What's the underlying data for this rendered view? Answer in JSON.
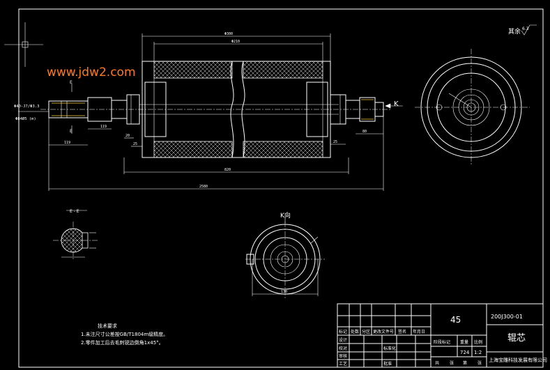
{
  "watermark": "www.jdw2.com",
  "roughness_note": "其余",
  "roughness_value": "6.3",
  "dims": {
    "d_top1": "Φ300",
    "d_top2": "Φ210",
    "d_bottom1": "820",
    "d_bottom2": "2580",
    "d_shaft1": "119",
    "d_shaft2": "119",
    "d_left_a": "20",
    "d_left_b": "25",
    "d_right_a": "25",
    "d_right_b": "80",
    "d_k_width": "130",
    "fit_label1": "Φ40-J7/Φ3.3",
    "fit_label2": "Φ84Ø5 (m)"
  },
  "markers": {
    "k_arrow": "K",
    "k_view": "K向",
    "section_e": "E - E",
    "e_mark_top": "E",
    "e_mark_bottom": "E"
  },
  "notes": {
    "heading": "技术要求",
    "line1": "1.未注尺寸公差按GB/T1804m级精度。",
    "line2": "2.零件加工后去毛刺锐边倒角1x45°。"
  },
  "title_block": {
    "material": "45",
    "drawing_no": "200J300-01",
    "part_name": "辊芯",
    "company": "上海宝雕科技发展有限公司",
    "h_mark": "标记",
    "h_count": "处数",
    "h_zone": "分区",
    "h_doc": "更改文件号",
    "h_sign": "签名",
    "h_date": "年月日",
    "r_design": "设计",
    "r_check": "校对",
    "r_audit": "审核",
    "r_process": "工艺",
    "r_std": "标准化",
    "r_approve": "批准",
    "stage_label": "阶段标记",
    "weight_label": "重量",
    "scale_label": "比例",
    "weight_value": "724",
    "scale_value": "1:2",
    "sheets_total": "共",
    "sheets_label": "张",
    "sheet_no": "第",
    "sheet_label": "张"
  }
}
